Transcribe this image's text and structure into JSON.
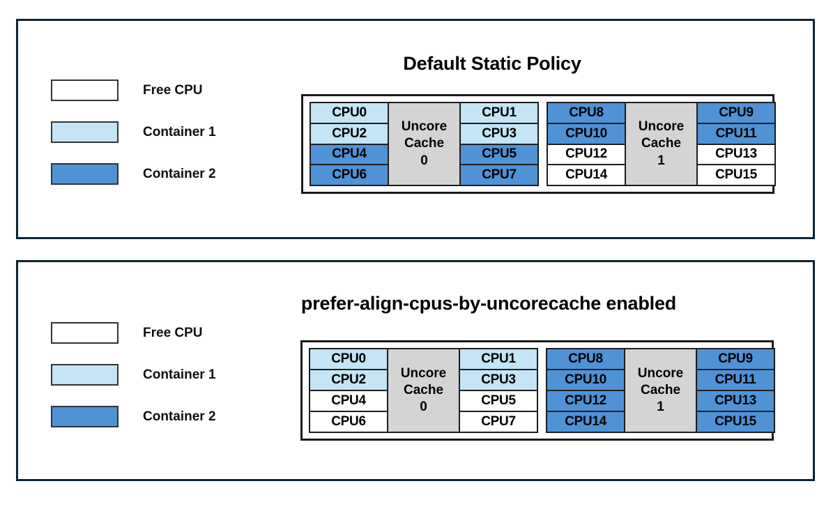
{
  "panels": [
    {
      "id": "default-static-policy",
      "title": "Default Static Policy",
      "legend": [
        {
          "label": "Free CPU",
          "swatch": "free",
          "color": "#ffffff"
        },
        {
          "label": "Container 1",
          "swatch": "c1",
          "color": "#c3e5f5"
        },
        {
          "label": "Container 2",
          "swatch": "c2",
          "color": "#4f92d6"
        }
      ],
      "groups": [
        {
          "cache_line1": "Uncore",
          "cache_line2": "Cache",
          "cache_index": "0",
          "left_col": [
            {
              "label": "CPU0",
              "state": "c1"
            },
            {
              "label": "CPU2",
              "state": "c1"
            },
            {
              "label": "CPU4",
              "state": "c2"
            },
            {
              "label": "CPU6",
              "state": "c2"
            }
          ],
          "right_col": [
            {
              "label": "CPU1",
              "state": "c1"
            },
            {
              "label": "CPU3",
              "state": "c1"
            },
            {
              "label": "CPU5",
              "state": "c2"
            },
            {
              "label": "CPU7",
              "state": "c2"
            }
          ]
        },
        {
          "cache_line1": "Uncore",
          "cache_line2": "Cache",
          "cache_index": "1",
          "left_col": [
            {
              "label": "CPU8",
              "state": "c2"
            },
            {
              "label": "CPU10",
              "state": "c2"
            },
            {
              "label": "CPU12",
              "state": "free"
            },
            {
              "label": "CPU14",
              "state": "free"
            }
          ],
          "right_col": [
            {
              "label": "CPU9",
              "state": "c2"
            },
            {
              "label": "CPU11",
              "state": "c2"
            },
            {
              "label": "CPU13",
              "state": "free"
            },
            {
              "label": "CPU15",
              "state": "free"
            }
          ]
        }
      ]
    },
    {
      "id": "prefer-align-cpus-by-uncorecache",
      "title": "prefer-align-cpus-by-uncorecache enabled",
      "legend": [
        {
          "label": "Free CPU",
          "swatch": "free",
          "color": "#ffffff"
        },
        {
          "label": "Container 1",
          "swatch": "c1",
          "color": "#c3e5f5"
        },
        {
          "label": "Container 2",
          "swatch": "c2",
          "color": "#4f92d6"
        }
      ],
      "groups": [
        {
          "cache_line1": "Uncore",
          "cache_line2": "Cache",
          "cache_index": "0",
          "left_col": [
            {
              "label": "CPU0",
              "state": "c1"
            },
            {
              "label": "CPU2",
              "state": "c1"
            },
            {
              "label": "CPU4",
              "state": "free"
            },
            {
              "label": "CPU6",
              "state": "free"
            }
          ],
          "right_col": [
            {
              "label": "CPU1",
              "state": "c1"
            },
            {
              "label": "CPU3",
              "state": "c1"
            },
            {
              "label": "CPU5",
              "state": "free"
            },
            {
              "label": "CPU7",
              "state": "free"
            }
          ]
        },
        {
          "cache_line1": "Uncore",
          "cache_line2": "Cache",
          "cache_index": "1",
          "left_col": [
            {
              "label": "CPU8",
              "state": "c2"
            },
            {
              "label": "CPU10",
              "state": "c2"
            },
            {
              "label": "CPU12",
              "state": "c2"
            },
            {
              "label": "CPU14",
              "state": "c2"
            }
          ],
          "right_col": [
            {
              "label": "CPU9",
              "state": "c2"
            },
            {
              "label": "CPU11",
              "state": "c2"
            },
            {
              "label": "CPU13",
              "state": "c2"
            },
            {
              "label": "CPU15",
              "state": "c2"
            }
          ]
        }
      ]
    }
  ],
  "colors": {
    "panel_border": "#0b2532",
    "grid_border": "#1a1a1a",
    "free": "#ffffff",
    "container_1": "#c3e5f5",
    "container_2": "#4f92d6",
    "uncore_cache": "#d4d4d4",
    "text": "#000000"
  }
}
